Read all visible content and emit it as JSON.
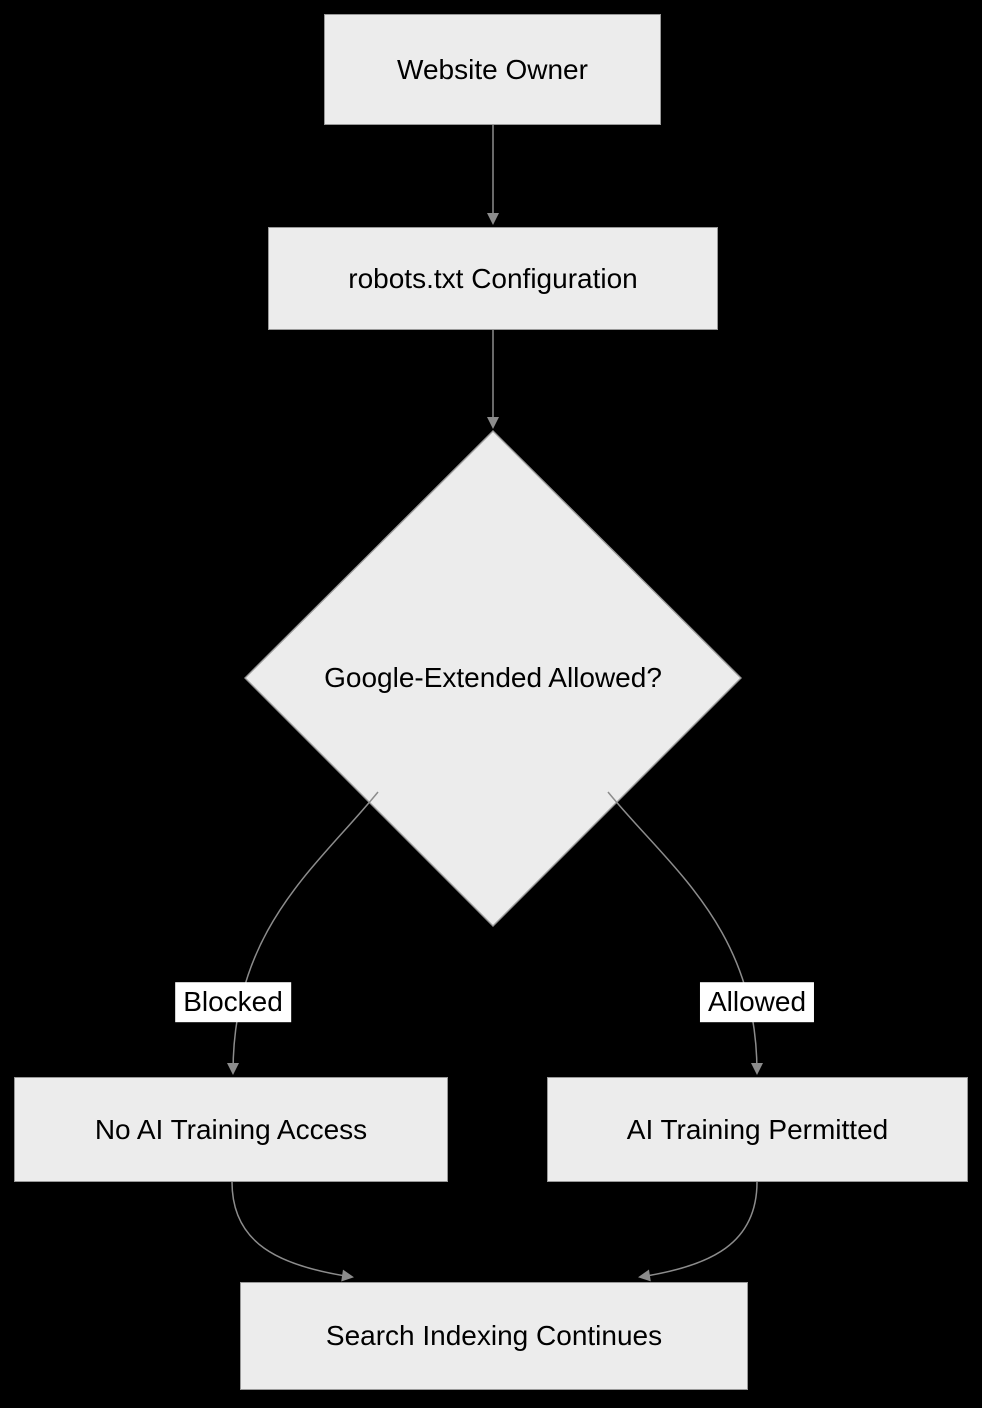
{
  "diagram": {
    "colors": {
      "canvas_bg": "#000000",
      "node_fill": "#ececec",
      "node_border": "#999999",
      "node_text": "#000000",
      "edge_stroke": "#8c8c8c",
      "edge_label_bg": "#ffffff",
      "edge_label_text": "#000000"
    },
    "nodes": {
      "website_owner": {
        "label": "Website Owner"
      },
      "robots_config": {
        "label": "robots.txt Configuration"
      },
      "decision": {
        "label": "Google-Extended Allowed?"
      },
      "no_ai_access": {
        "label": "No AI Training Access"
      },
      "ai_permitted": {
        "label": "AI Training Permitted"
      },
      "search_indexing": {
        "label": "Search Indexing Continues"
      }
    },
    "edges": {
      "blocked_label": "Blocked",
      "allowed_label": "Allowed"
    }
  }
}
